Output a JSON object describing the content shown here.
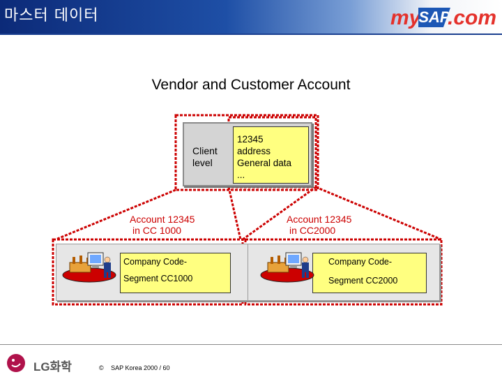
{
  "header": {
    "title": "마스터 데이터",
    "logo": {
      "my": "my",
      "sap": "SAP",
      "com": ".com"
    }
  },
  "diagram": {
    "title": "Vendor and Customer Account",
    "client": {
      "label_line1": "Client",
      "label_line2": "level"
    },
    "general": {
      "lines": [
        "12345",
        "address",
        "General data",
        "..."
      ]
    },
    "accounts": [
      {
        "line1": "Account 12345",
        "line2": "in CC 1000"
      },
      {
        "line1": "Account 12345",
        "line2": "in CC2000"
      }
    ],
    "company_codes": [
      {
        "code_label": "Company Code-",
        "segment_label": "Segment CC1000"
      },
      {
        "code_label": "Company Code-",
        "segment_label": "Segment CC2000"
      }
    ]
  },
  "footer": {
    "company_logo": "LG화학",
    "copyright": "SAP Korea 2000  /   60"
  },
  "colors": {
    "header_dark": "#0c2a78",
    "dashed_border": "#cc0000",
    "highlight_yellow": "#ffff80",
    "panel_gray": "#e6e6e6"
  },
  "icons": [
    "factory-icon",
    "computer-icon",
    "person-icon",
    "lg-face-icon",
    "copyright-icon"
  ]
}
